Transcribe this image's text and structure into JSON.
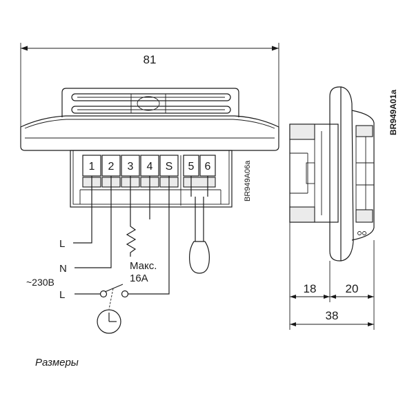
{
  "dimensions": {
    "width_front": "81",
    "depth_left": "18",
    "depth_right": "20",
    "depth_total": "38"
  },
  "terminals": [
    "1",
    "2",
    "3",
    "4",
    "S",
    "5",
    "6"
  ],
  "wiring": {
    "line": "L",
    "neutral": "N",
    "voltage": "~230В",
    "line2": "L",
    "load_max": "Макс.",
    "load_current": "16A"
  },
  "codes": {
    "front_view": "BR949A06a",
    "side_view": "BR949A01a"
  },
  "caption": "Размеры"
}
